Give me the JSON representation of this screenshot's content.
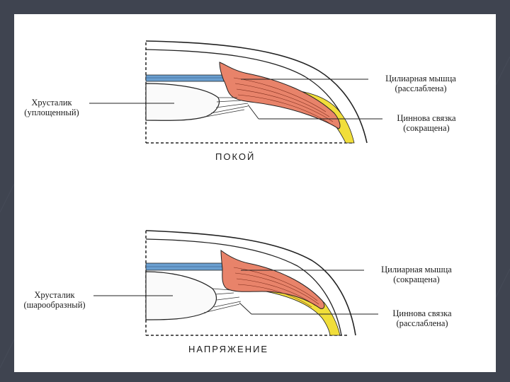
{
  "panels": [
    {
      "state_title": "ПОКОЙ",
      "lens_label": [
        "Хрусталик",
        "(уплощенный)"
      ],
      "muscle_label": [
        "Цилиарная мышца",
        "(расслаблена)"
      ],
      "ligament_label": [
        "Циннова связка",
        "(сокращена)"
      ]
    },
    {
      "state_title": "НАПРЯЖЕНИЕ",
      "lens_label": [
        "Хрусталик",
        "(шарообразный)"
      ],
      "muscle_label": [
        "Цилиарная мышца",
        "(сокращена)"
      ],
      "ligament_label": [
        "Циннова связка",
        "(расслаблена)"
      ]
    }
  ],
  "colors": {
    "muscle": "#e8836a",
    "sclera_band": "#f1de3a",
    "iris": "#6a9fd0",
    "background": "#3f4450"
  }
}
